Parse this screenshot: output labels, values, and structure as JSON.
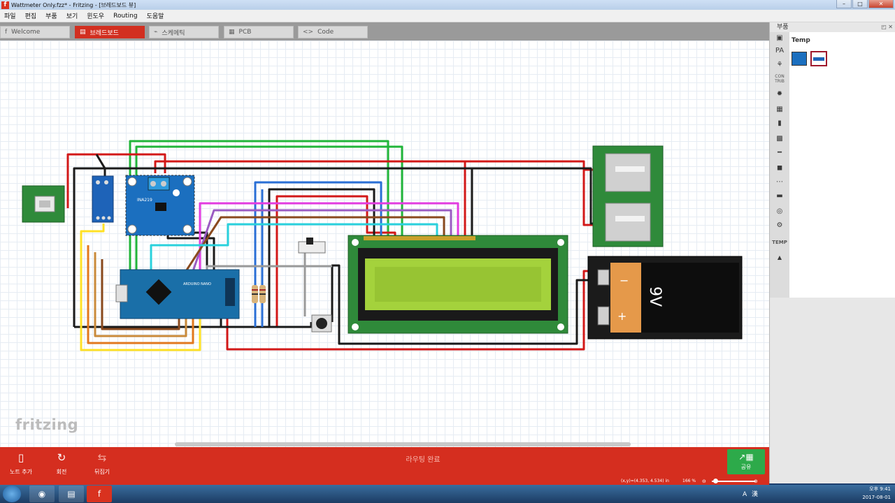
{
  "window": {
    "title": "Wattmeter Only.fzz* - Fritzing - [브레드보드 뷰]",
    "app_icon": "f",
    "controls": [
      "–",
      "□",
      "✕"
    ]
  },
  "menu": [
    "파일",
    "편집",
    "부품",
    "보기",
    "윈도우",
    "Routing",
    "도움말"
  ],
  "tabs": [
    {
      "label": "Welcome",
      "icon": "f"
    },
    {
      "label": "브레드보드",
      "icon": "▤"
    },
    {
      "label": "스케메틱",
      "icon": "⌁"
    },
    {
      "label": "PCB",
      "icon": "▦"
    },
    {
      "label": "Code",
      "icon": "<>"
    }
  ],
  "canvas": {
    "logo": "fritzing",
    "battery_label": "9V",
    "battery_minus": "−",
    "battery_plus": "+",
    "arduino_label": "ARDUINO NANO",
    "sensor_label": "INA219"
  },
  "parts": {
    "header": "부품",
    "header_buttons": "◰ ✕",
    "bin_title": "Temp",
    "side_labels": [
      "CON TRIB",
      "TEMP"
    ]
  },
  "toolbar": {
    "add_note": "노트 추가",
    "rotate": "회전",
    "flip": "뒤집기",
    "routing_status": "라우팅 완료",
    "share": "공유"
  },
  "status": {
    "coords": "(x,y)=(4.353, 4.534) in",
    "zoom": "166 %",
    "zoom_minus": "⊖",
    "zoom_plus": "⊕"
  },
  "taskbar": {
    "time": "오후 9:41",
    "date": "2017-08-01",
    "tray_text": "A 漢"
  },
  "colors": {
    "accent": "#d52e1f",
    "share": "#2daa4a",
    "pcb_green": "#2f8a3a",
    "arduino_blue": "#1a6fa8",
    "lcd_screen": "#a4d23c"
  }
}
